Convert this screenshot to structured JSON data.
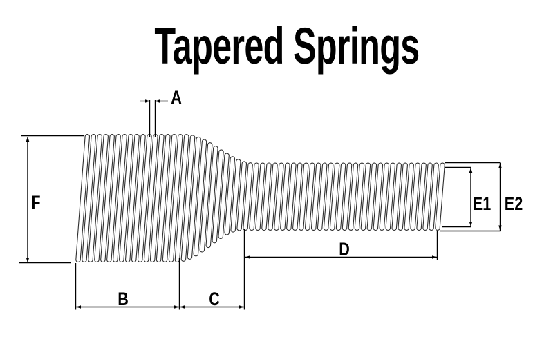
{
  "title": "Tapered Springs",
  "diagram": {
    "labels": {
      "a": "A",
      "b": "B",
      "c": "C",
      "d": "D",
      "e1": "E1",
      "e2": "E2",
      "f": "F"
    }
  },
  "colors": {
    "background": "#ffffff",
    "line": "#000000",
    "coil_stroke": "#2e2e2e",
    "text": "#000000"
  }
}
